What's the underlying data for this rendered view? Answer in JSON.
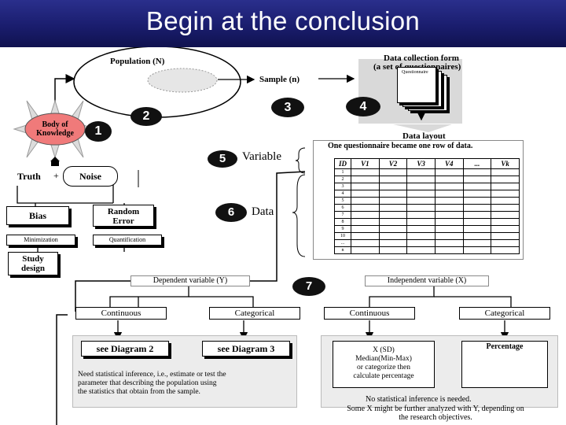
{
  "title": "Begin at the conclusion",
  "population": "Population (N)",
  "sample": "Sample (n)",
  "data_form": {
    "title": "Data collection form",
    "subtitle": "(a set of questionnaires)",
    "sheet": "Questionnaire"
  },
  "data_layout": "Data layout",
  "body_of_knowledge": [
    "Body of",
    "Knowledge"
  ],
  "truth": "Truth",
  "noise": "Noise",
  "bias": "Bias",
  "random_error": [
    "Random",
    "Error"
  ],
  "minimization": "Minimization",
  "quantification": "Quantification",
  "study_design": [
    "Study",
    "design"
  ],
  "variable": "Variable",
  "data": "Data",
  "one_questionnaire": "One questionnaire became one row of data.",
  "table": {
    "headers": [
      "ID",
      "V1",
      "V2",
      "V3",
      "V4",
      "...",
      "Vk"
    ],
    "ids": [
      "1",
      "2",
      "3",
      "4",
      "5",
      "6",
      "7",
      "8",
      "9",
      "10",
      "...",
      "n"
    ]
  },
  "badges": [
    "1",
    "2",
    "3",
    "4",
    "5",
    "6",
    "7"
  ],
  "dependent": "Dependent variable (Y)",
  "independent": "Independent variable (X)",
  "continuous": "Continuous",
  "categorical": "Categorical",
  "see_diagram_2": "see Diagram 2",
  "see_diagram_3": "see Diagram 3",
  "inference_note": [
    "Need statistical inference, i.e., estimate or test the",
    "parameter that describing the population using",
    "the statistics that obtain from the sample."
  ],
  "x_summary": [
    "X (SD)",
    "Median(Min-Max)",
    "or categorize then",
    "calculate percentage"
  ],
  "percentage": "Percentage",
  "no_inference": "No statistical inference is needed.",
  "further_note": [
    "Some X might be further analyzed with Y, depending on",
    "the research objectives."
  ],
  "colors": {
    "header": "#1a1d6e",
    "sun": "#f07a7a",
    "sun_ray": "#d9d9d9",
    "badge": "#111111"
  }
}
